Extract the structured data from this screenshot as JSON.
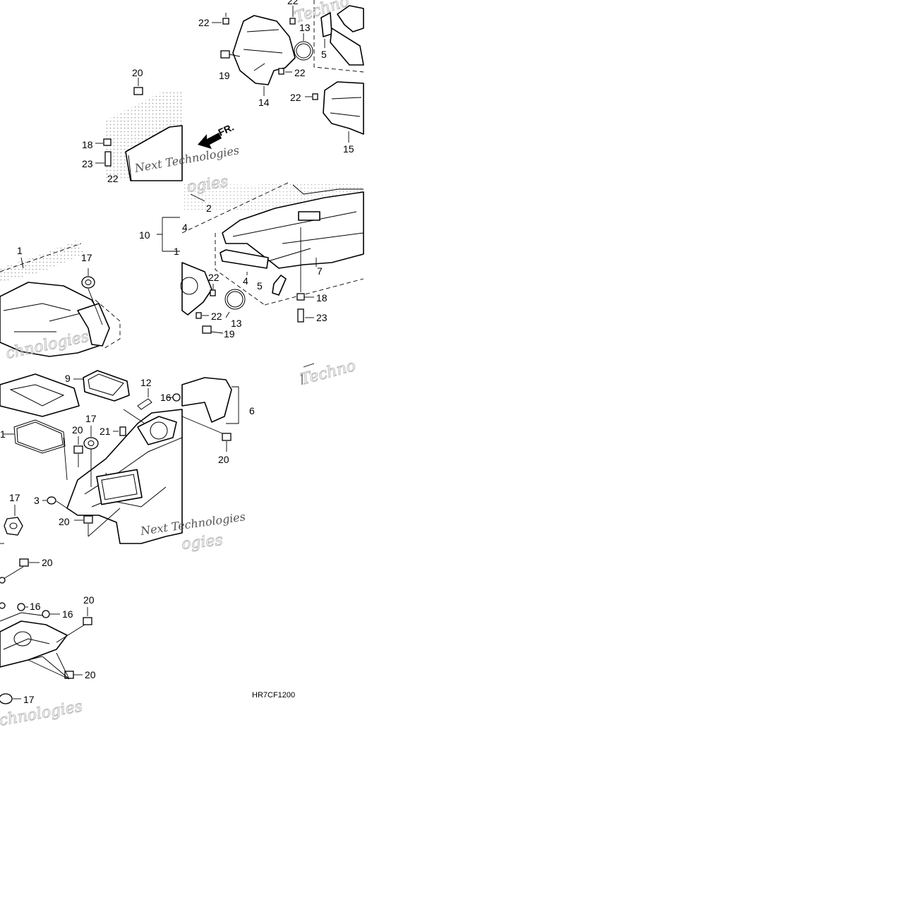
{
  "diagram_code": "HR7CF1200",
  "direction_label": "FR.",
  "watermark": {
    "brand": "Next Technologies",
    "fragment_techno": "Techno",
    "fragment_ogies": "ogies",
    "fragment_chnologies": "chnologies"
  },
  "callouts": {
    "c1": "1",
    "c2": "2",
    "c3": "3",
    "c4": "4",
    "c5": "5",
    "c6": "6",
    "c7": "7",
    "c9": "9",
    "c10": "10",
    "c11": "1",
    "c12": "12",
    "c13": "13",
    "c14": "14",
    "c15": "15",
    "c16": "16",
    "c17": "17",
    "c18": "18",
    "c19": "19",
    "c20": "20",
    "c21": "21",
    "c22": "22",
    "c23": "23",
    "c4b": "4",
    "c1b": "1"
  },
  "colors": {
    "ink": "#000000",
    "watermark": "#bdbdbd",
    "paper": "#ffffff"
  }
}
